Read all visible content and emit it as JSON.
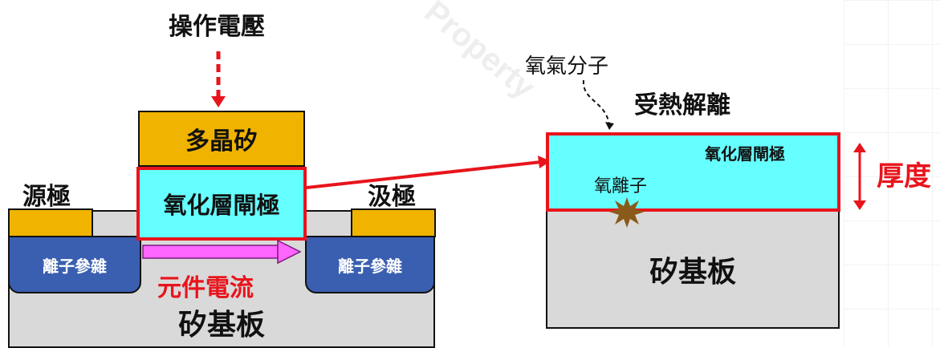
{
  "left": {
    "voltage_label": "操作電壓",
    "poly": "多晶矽",
    "gate_oxide": "氧化層閘極",
    "source": "源極",
    "drain": "汲極",
    "doping_left": "離子參雜",
    "doping_right": "離子參雜",
    "current": "元件電流",
    "substrate": "矽基板"
  },
  "right": {
    "oxygen_molecule": "氧氣分子",
    "thermal": "受熱解離",
    "gate_oxide": "氧化層閘極",
    "oxygen_ion": "氧離子",
    "thickness": "厚度",
    "substrate": "矽基板"
  },
  "colors": {
    "poly": "#f0b400",
    "oxide": "#66ffff",
    "doping": "#3a5fb0",
    "substrate": "#d9d9d9",
    "red": "#e8141c",
    "current_arrow": "#ff66ff"
  }
}
